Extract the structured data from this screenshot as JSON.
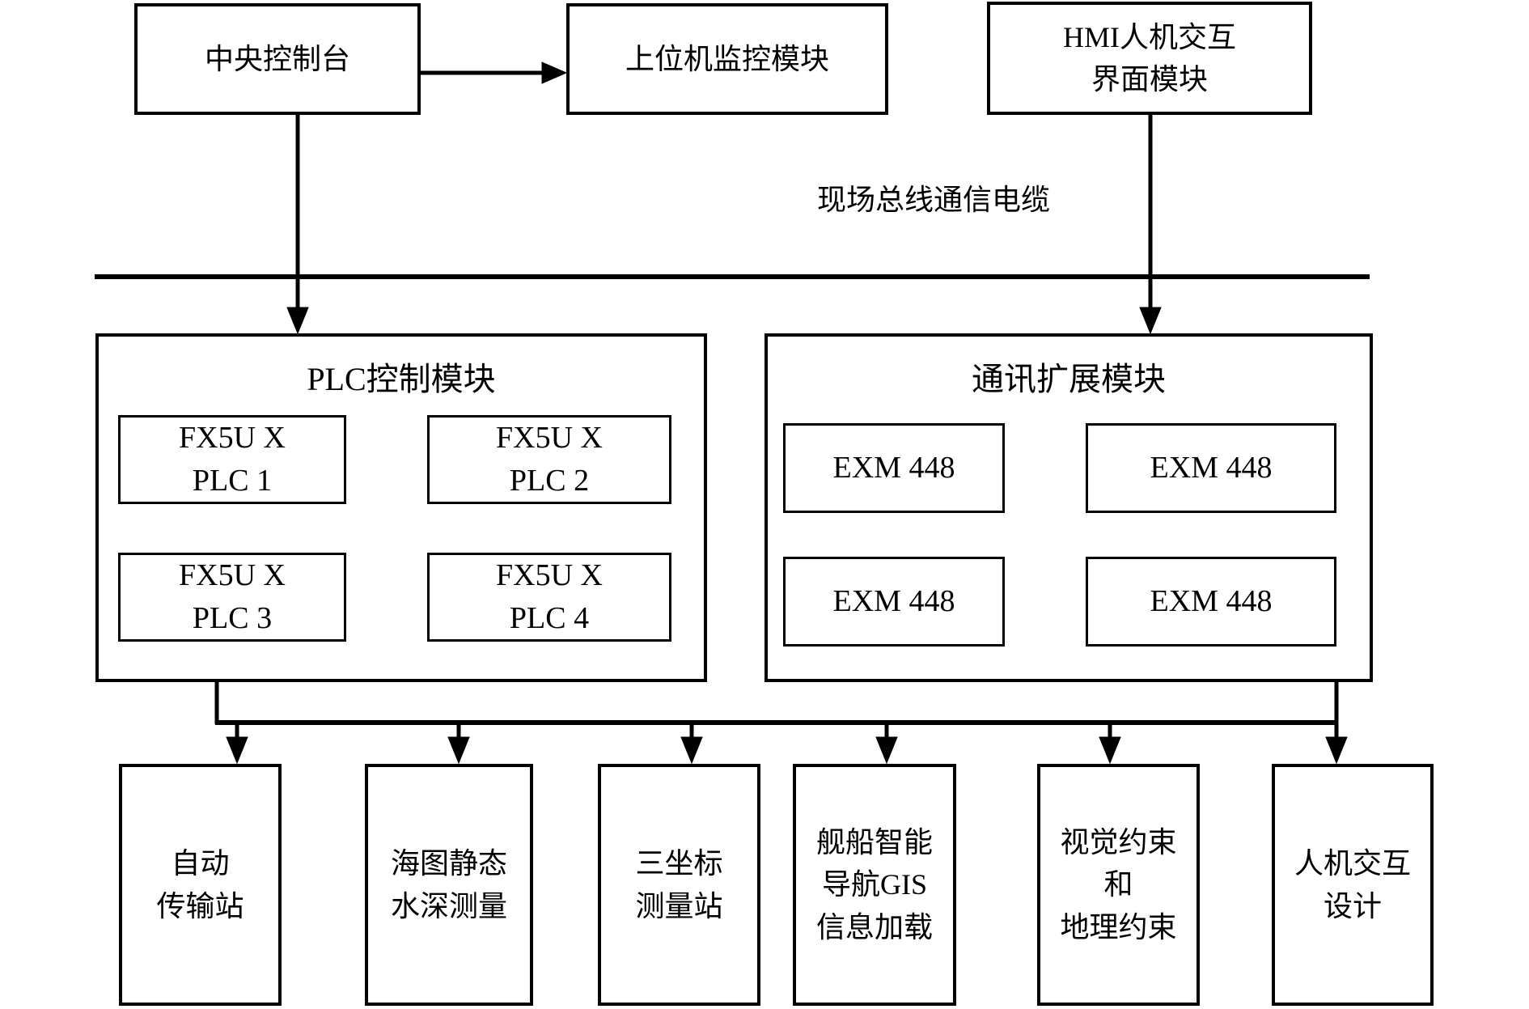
{
  "top_row": {
    "console": {
      "label": "中央控制台"
    },
    "monitor": {
      "label": "上位机监控模块"
    },
    "hmi": {
      "lines": [
        "HMI人机交互",
        "界面模块"
      ]
    }
  },
  "fieldbus": {
    "label": "现场总线通信电缆"
  },
  "plc_module": {
    "title": "PLC控制模块",
    "units": [
      {
        "lines": [
          "FX5U X",
          "PLC 1"
        ]
      },
      {
        "lines": [
          "FX5U X",
          "PLC 2"
        ]
      },
      {
        "lines": [
          "FX5U X",
          "PLC 3"
        ]
      },
      {
        "lines": [
          "FX5U X",
          "PLC 4"
        ]
      }
    ]
  },
  "comm_module": {
    "title": "通讯扩展模块",
    "units": [
      {
        "label": "EXM 448"
      },
      {
        "label": "EXM 448"
      },
      {
        "label": "EXM 448"
      },
      {
        "label": "EXM 448"
      }
    ]
  },
  "bottom_row": [
    {
      "lines": [
        "自动",
        "传输站"
      ]
    },
    {
      "lines": [
        "海图静态",
        "水深测量"
      ]
    },
    {
      "lines": [
        "三坐标",
        "测量站"
      ]
    },
    {
      "lines": [
        "舰船智能",
        "导航GIS",
        "信息加载"
      ]
    },
    {
      "lines": [
        "视觉约束",
        "和",
        "地理约束"
      ]
    },
    {
      "lines": [
        "人机交互",
        "设计"
      ]
    }
  ],
  "colors": {
    "line": "#000000",
    "background": "#ffffff",
    "text": "#000000"
  }
}
